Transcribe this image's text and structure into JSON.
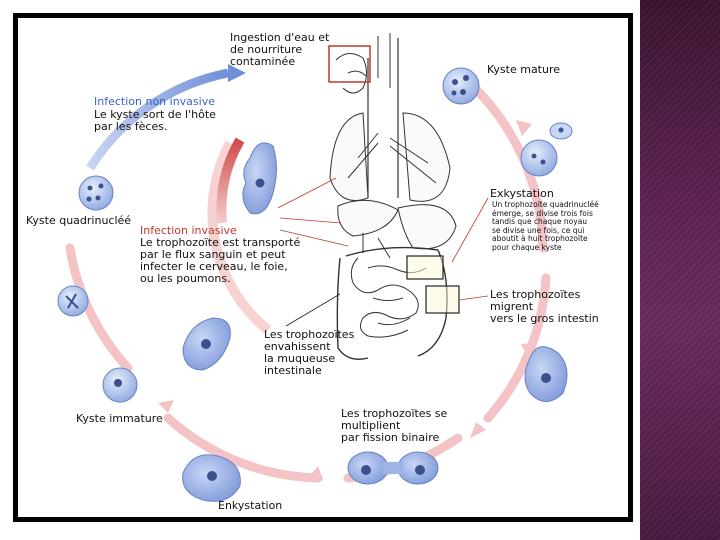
{
  "labels": {
    "ingestion": [
      "Ingestion d'eau et",
      "de nourriture",
      "contaminée"
    ],
    "kyste_mature": "Kyste mature",
    "infection_non_invasive_title": "Infection non invasive",
    "infection_non_invasive_text": [
      "Le kyste sort de l'hôte",
      "par les fèces."
    ],
    "kyste_quadrinuclee": "Kyste  quadrinucléé",
    "infection_invasive_title": "Infection invasive",
    "infection_invasive_text": [
      "Le trophozoïte est transporté",
      "par le flux sanguin et peut",
      "infecter le cerveau, le foie,",
      " ou les poumons."
    ],
    "exkystation_title": "Exkystation",
    "exkystation_text": [
      "Un trophozoïte quadrinucléé",
      "émerge, se divise trois fois",
      "tandis que chaque noyau",
      "se divise une fois, ce qui",
      "aboutit à huit trophozoïte",
      "pour chaque kyste"
    ],
    "migrent": [
      "Les trophozoïtes",
      "migrent",
      "vers le gros intestin"
    ],
    "envahissent": [
      "Les trophozoïtes",
      "envahissent",
      "la muqueuse",
      "intestinale"
    ],
    "multiplient": [
      "Les trophozoïtes se",
      "multiplient",
      "par fission binaire"
    ],
    "kyste_immature": "Kyste immature",
    "enkystation": "Enkystation"
  },
  "colors": {
    "cycle_ring": "#f3c3c5",
    "blue_arrow": "#6f8fd8",
    "red_arrow": "#d04a4a",
    "cell_fill": "#9fb4e6",
    "cell_stroke": "#6a82c2",
    "nucleus": "#3c4f8f",
    "organ_stroke": "#333333",
    "highlight_red": "#c0392b",
    "side_band": "#5b2150"
  }
}
